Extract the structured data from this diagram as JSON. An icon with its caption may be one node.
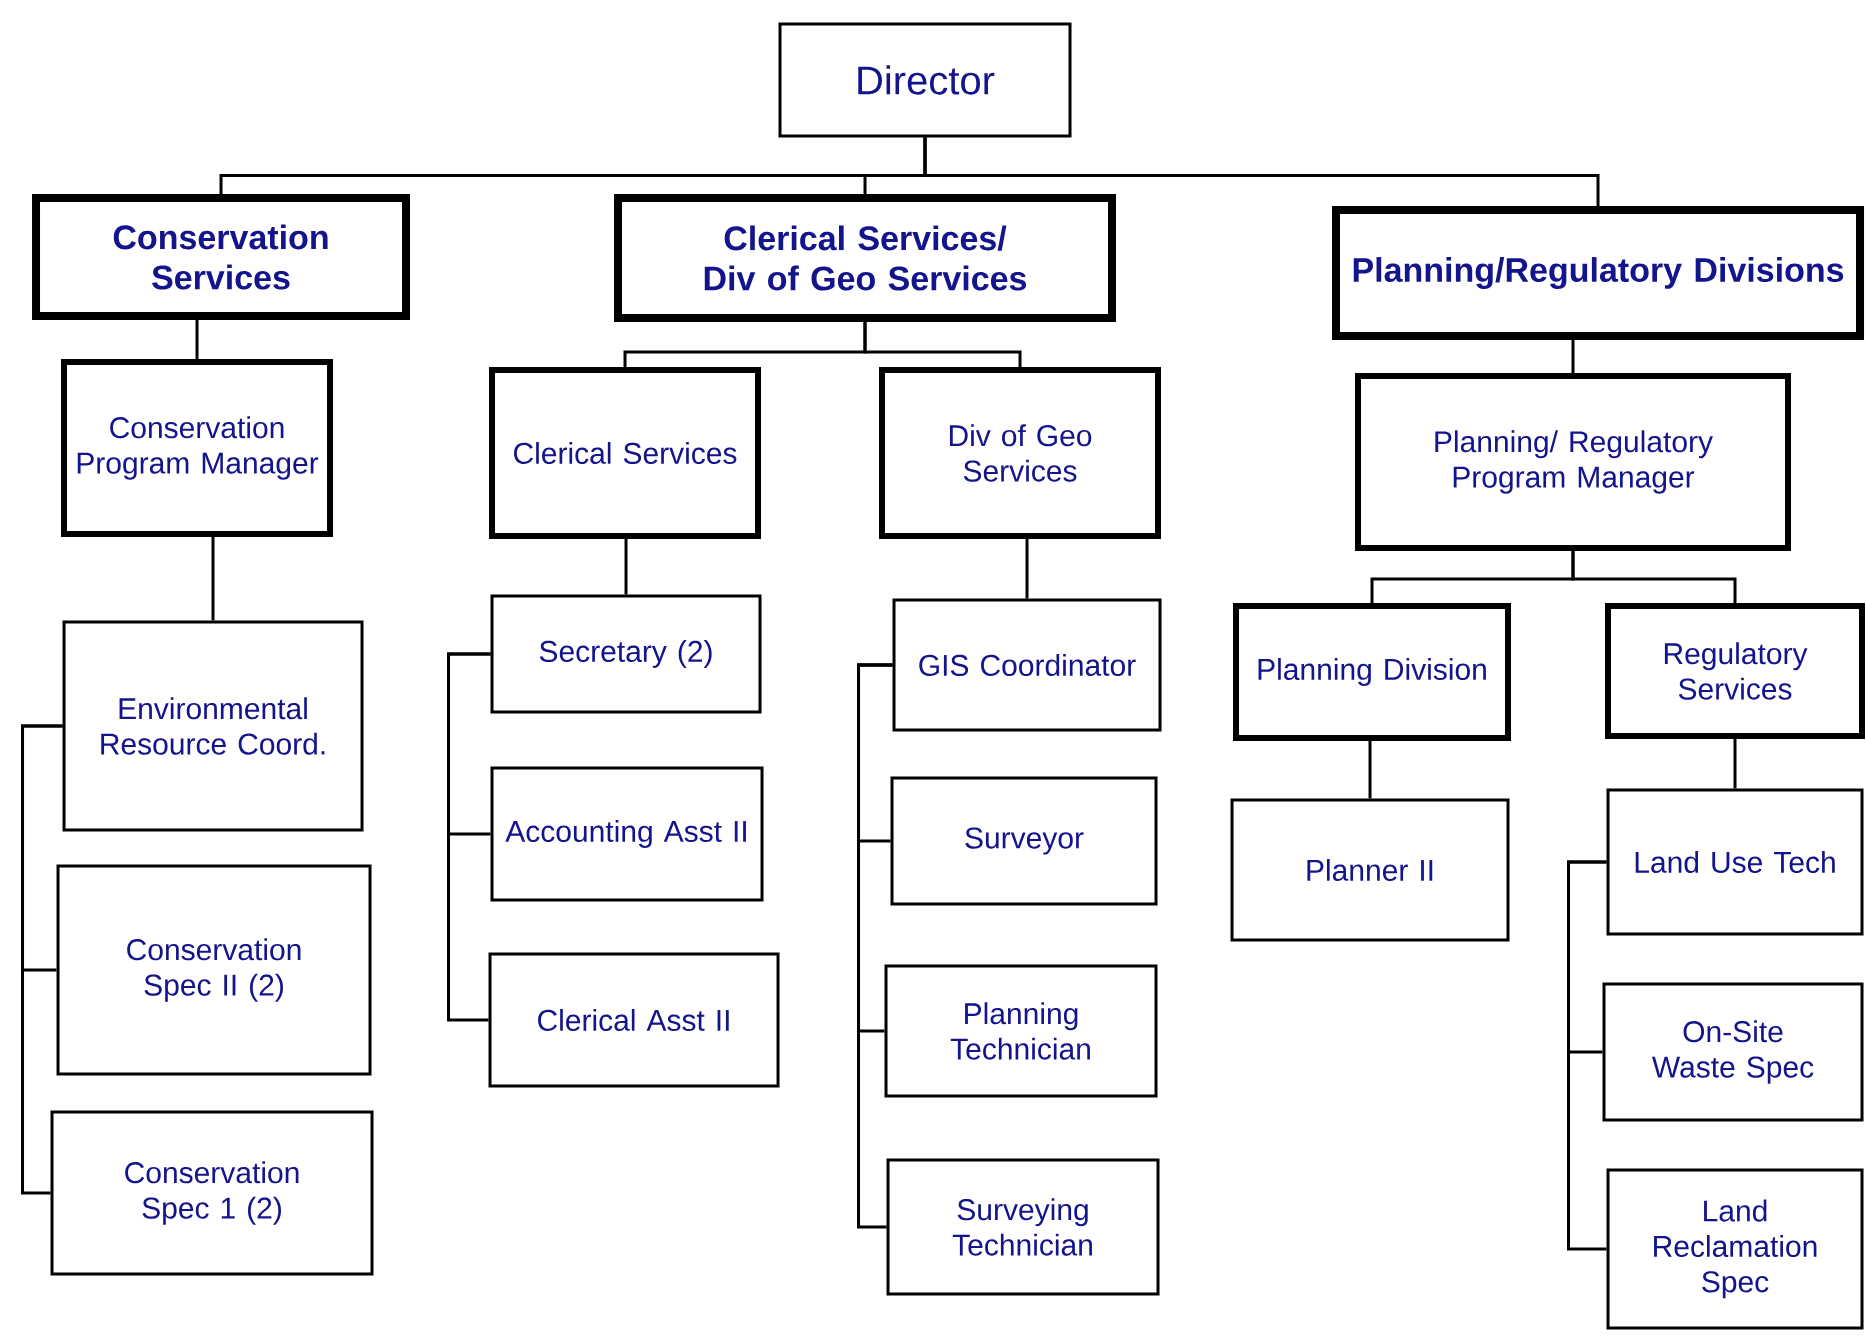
{
  "diagram": {
    "nodes": [
      {
        "text": [
          "Director"
        ]
      },
      {
        "text": [
          "Conservation Services"
        ]
      },
      {
        "text": [
          "Clerical Services/ Div of Geo Services"
        ]
      },
      {
        "text": [
          "Planning/Regulatory Divisions"
        ]
      },
      {
        "text": [
          "Conservation Program Manager"
        ]
      },
      {
        "text": [
          "Clerical Services"
        ]
      },
      {
        "text": [
          "Div of Geo Services"
        ]
      },
      {
        "text": [
          "Planning/ Regulatory Program Manager"
        ]
      },
      {
        "text": [
          "Environmental Resource Coord."
        ]
      },
      {
        "text": [
          "Conservation Spec II (2)"
        ]
      },
      {
        "text": [
          "Conservation Spec 1 (2)"
        ]
      },
      {
        "text": [
          "Secretary (2)"
        ]
      },
      {
        "text": [
          "Accounting Asst II"
        ]
      },
      {
        "text": [
          "Clerical Asst II"
        ]
      },
      {
        "text": [
          "GIS Coordinator"
        ]
      },
      {
        "text": [
          "Surveyor"
        ]
      },
      {
        "text": [
          "Planning Technician"
        ]
      },
      {
        "text": [
          "Surveying Technician"
        ]
      },
      {
        "text": [
          "Planning Division"
        ]
      },
      {
        "text": [
          "Regulatory Services"
        ]
      },
      {
        "text": [
          "Planner II"
        ]
      },
      {
        "text": [
          "Land Use Tech"
        ]
      },
      {
        "text": [
          "On-Site Waste Spec"
        ]
      },
      {
        "text": [
          "Land Reclamation Spec"
        ]
      }
    ],
    "edges": [
      {
        "from": 0,
        "to": 1,
        "arrow": "none"
      },
      {
        "from": 0,
        "to": 2,
        "arrow": "none"
      },
      {
        "from": 0,
        "to": 3,
        "arrow": "none"
      },
      {
        "from": 1,
        "to": 4,
        "arrow": "none"
      },
      {
        "from": 2,
        "to": 5,
        "arrow": "none"
      },
      {
        "from": 2,
        "to": 6,
        "arrow": "none"
      },
      {
        "from": 3,
        "to": 7,
        "arrow": "none"
      },
      {
        "from": 4,
        "to": 8,
        "arrow": "none"
      },
      {
        "from": 8,
        "to": 9,
        "arrow": "none"
      },
      {
        "from": 8,
        "to": 10,
        "arrow": "none"
      },
      {
        "from": 5,
        "to": 11,
        "arrow": "none"
      },
      {
        "from": 11,
        "to": 12,
        "arrow": "none"
      },
      {
        "from": 11,
        "to": 13,
        "arrow": "none"
      },
      {
        "from": 6,
        "to": 14,
        "arrow": "none"
      },
      {
        "from": 14,
        "to": 15,
        "arrow": "none"
      },
      {
        "from": 14,
        "to": 16,
        "arrow": "none"
      },
      {
        "from": 14,
        "to": 17,
        "arrow": "none"
      },
      {
        "from": 7,
        "to": 18,
        "arrow": "none"
      },
      {
        "from": 7,
        "to": 19,
        "arrow": "none"
      },
      {
        "from": 18,
        "to": 20,
        "arrow": "none"
      },
      {
        "from": 19,
        "to": 21,
        "arrow": "none"
      },
      {
        "from": 21,
        "to": 22,
        "arrow": "none"
      },
      {
        "from": 21,
        "to": 23,
        "arrow": "none"
      }
    ]
  }
}
